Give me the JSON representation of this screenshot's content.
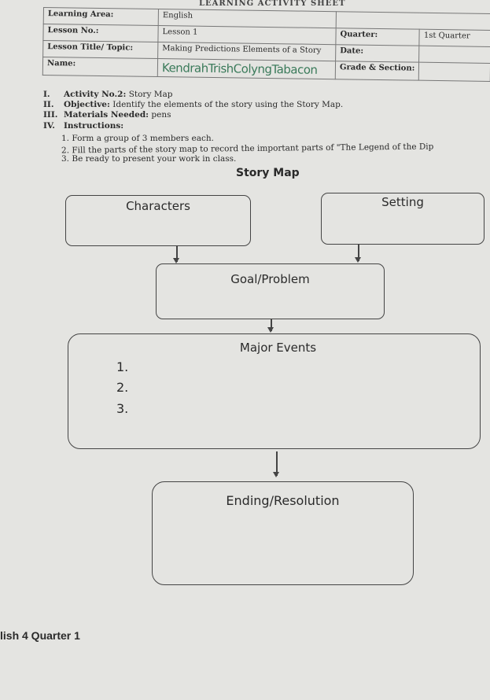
{
  "sheet_title": "LEARNING ACTIVITY SHEET",
  "info": {
    "learning_area_label": "Learning Area:",
    "learning_area": "English",
    "lesson_no_label": "Lesson No.:",
    "lesson_no": "Lesson 1",
    "quarter_label": "Quarter:",
    "quarter": "1st Quarter",
    "date_label": "Date:",
    "date": "",
    "lesson_title_label": "Lesson Title/ Topic:",
    "lesson_title": "Making Predictions Elements of a Story",
    "name_label": "Name:",
    "name": "KendrahTrishColyngTabacon",
    "grade_label": "Grade & Section:",
    "grade": ""
  },
  "sections": [
    {
      "roman": "I.",
      "label": "Activity No.2:",
      "text": "Story Map"
    },
    {
      "roman": "II.",
      "label": "Objective:",
      "text": "Identify the elements of the story using the Story Map."
    },
    {
      "roman": "III.",
      "label": "Materials Needed:",
      "text": "pens"
    },
    {
      "roman": "IV.",
      "label": "Instructions:",
      "text": ""
    }
  ],
  "instructions": [
    "1. Form a group of 3 members each.",
    "2. Fill the parts of the story map to record the important parts of \"The Legend of the Dip",
    "3. Be ready to present your work in class."
  ],
  "story_map": {
    "title": "Story Map",
    "characters": "Characters",
    "setting": "Setting",
    "goal": "Goal/Problem",
    "major_events": "Major Events",
    "events": [
      "1.",
      "2.",
      "3."
    ],
    "ending": "Ending/Resolution"
  },
  "footer": "lish 4 Quarter 1"
}
